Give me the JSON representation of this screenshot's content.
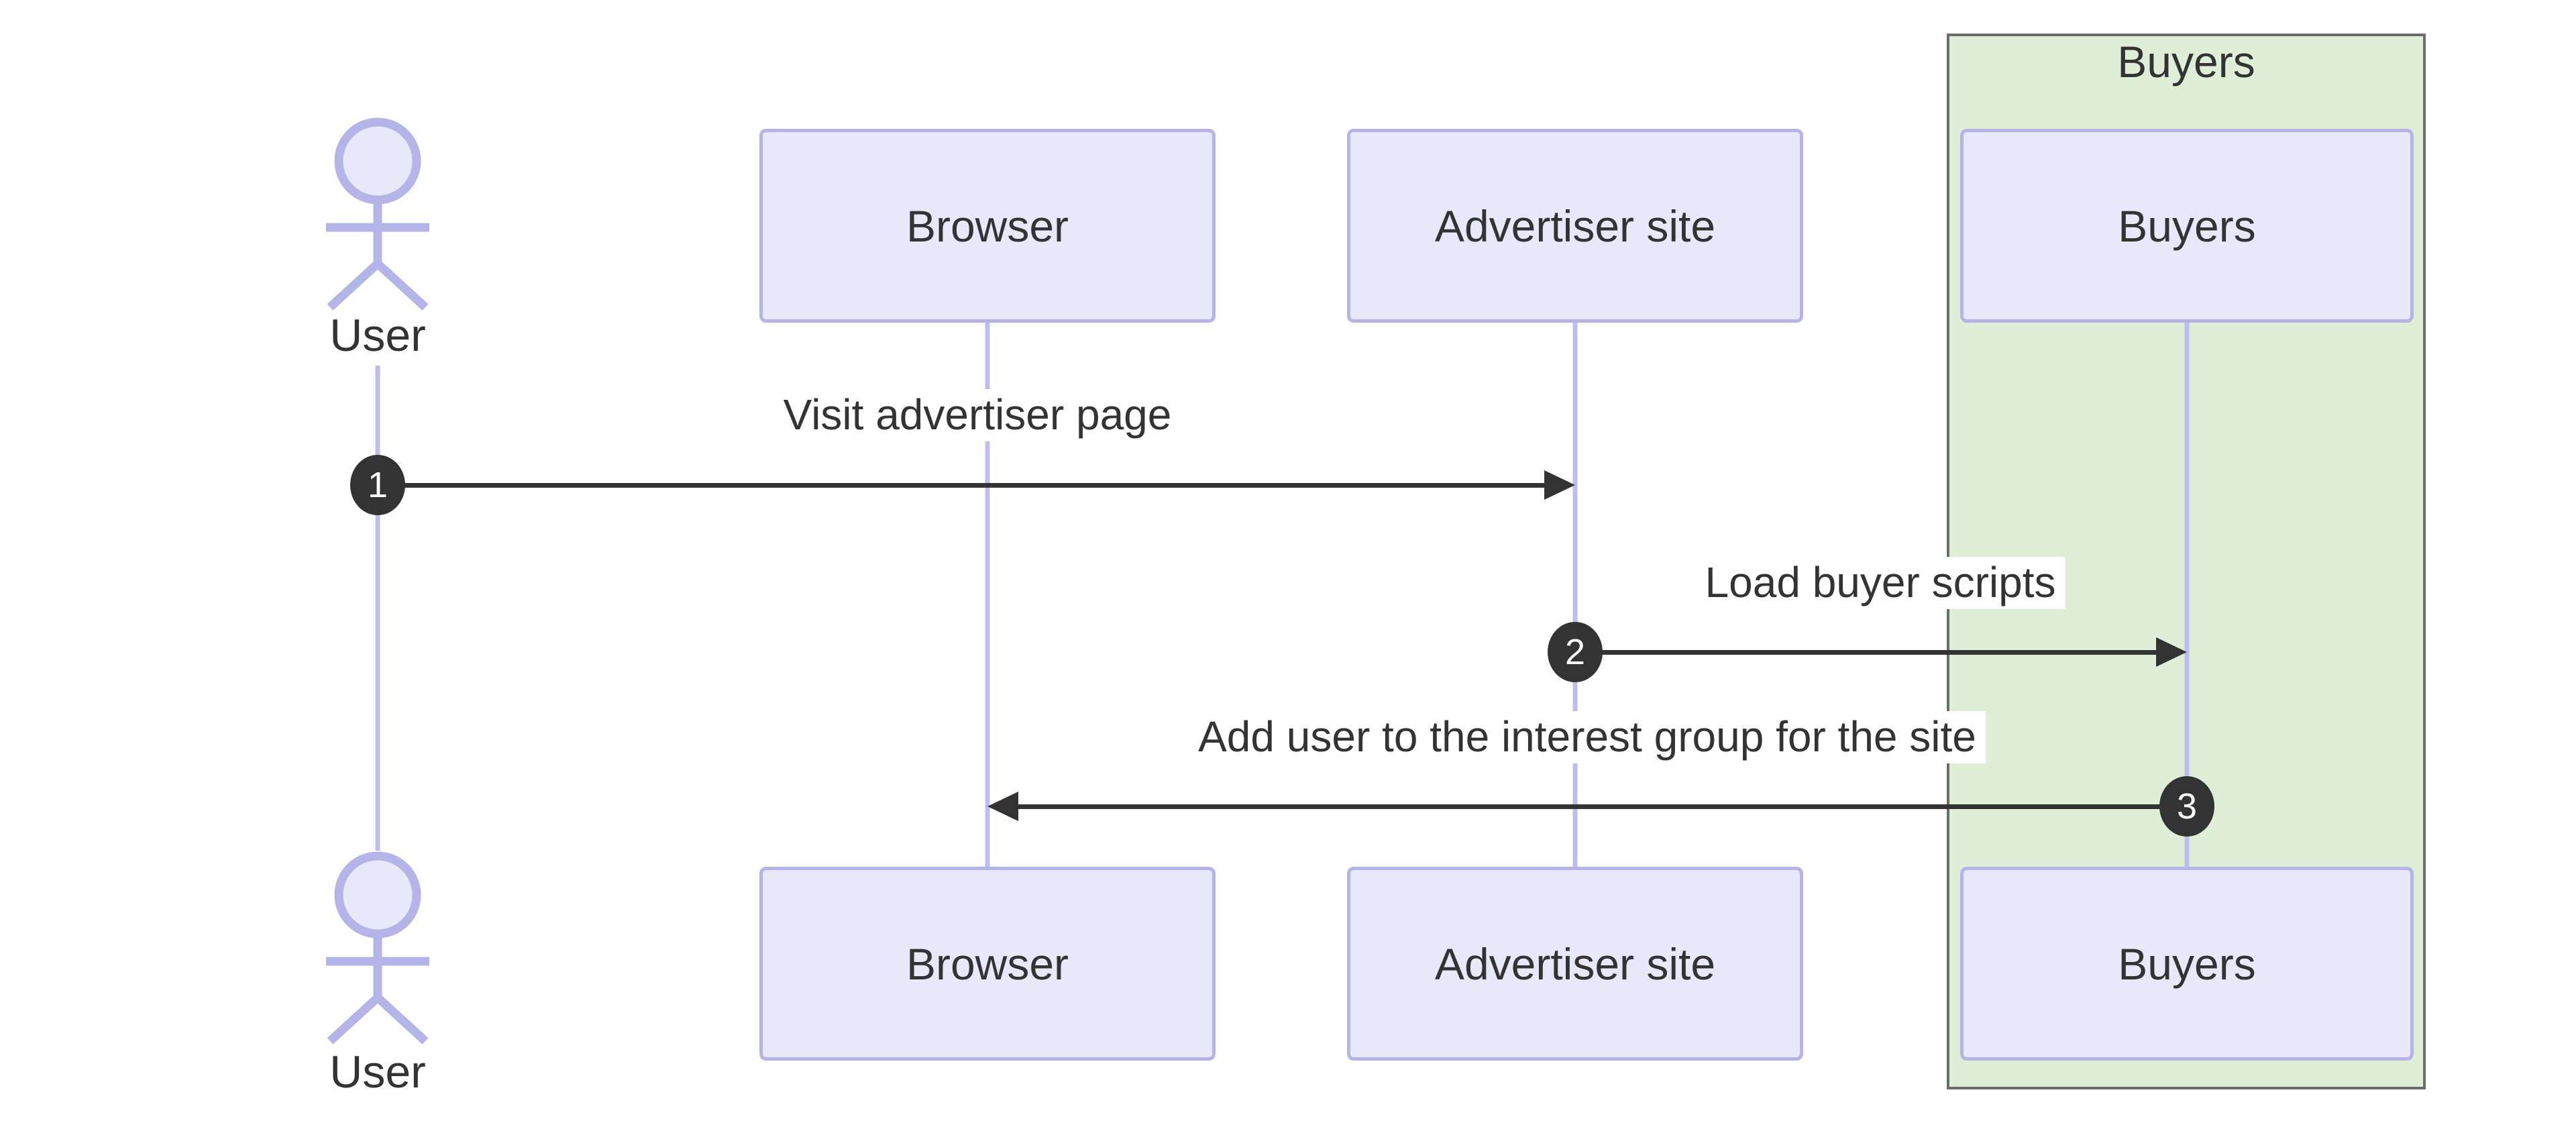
{
  "colors": {
    "background": "#ffffff",
    "text": "#333333",
    "participant_fill": "#e8e8fb",
    "participant_border": "#b4b4e8",
    "lifeline": "#bdbdf0",
    "actor_stroke": "#b4b4e8",
    "group_fill": "#deeed7",
    "group_border": "#6c6c6c",
    "arrow": "#333333",
    "number_bg": "#333333",
    "number_text": "#ffffff",
    "message_label_bg": "#ffffff"
  },
  "group": {
    "label": "Buyers"
  },
  "participants": {
    "user": {
      "label": "User",
      "type": "actor"
    },
    "browser": {
      "label": "Browser",
      "type": "participant"
    },
    "advertiser": {
      "label": "Advertiser site",
      "type": "participant"
    },
    "buyers": {
      "label": "Buyers",
      "type": "participant"
    }
  },
  "messages": [
    {
      "number": "1",
      "label": "Visit advertiser page",
      "from": "User",
      "to": "Advertiser site"
    },
    {
      "number": "2",
      "label": "Load buyer scripts",
      "from": "Advertiser site",
      "to": "Buyers"
    },
    {
      "number": "3",
      "label": "Add user to the interest group for the site",
      "from": "Buyers",
      "to": "Browser"
    }
  ]
}
